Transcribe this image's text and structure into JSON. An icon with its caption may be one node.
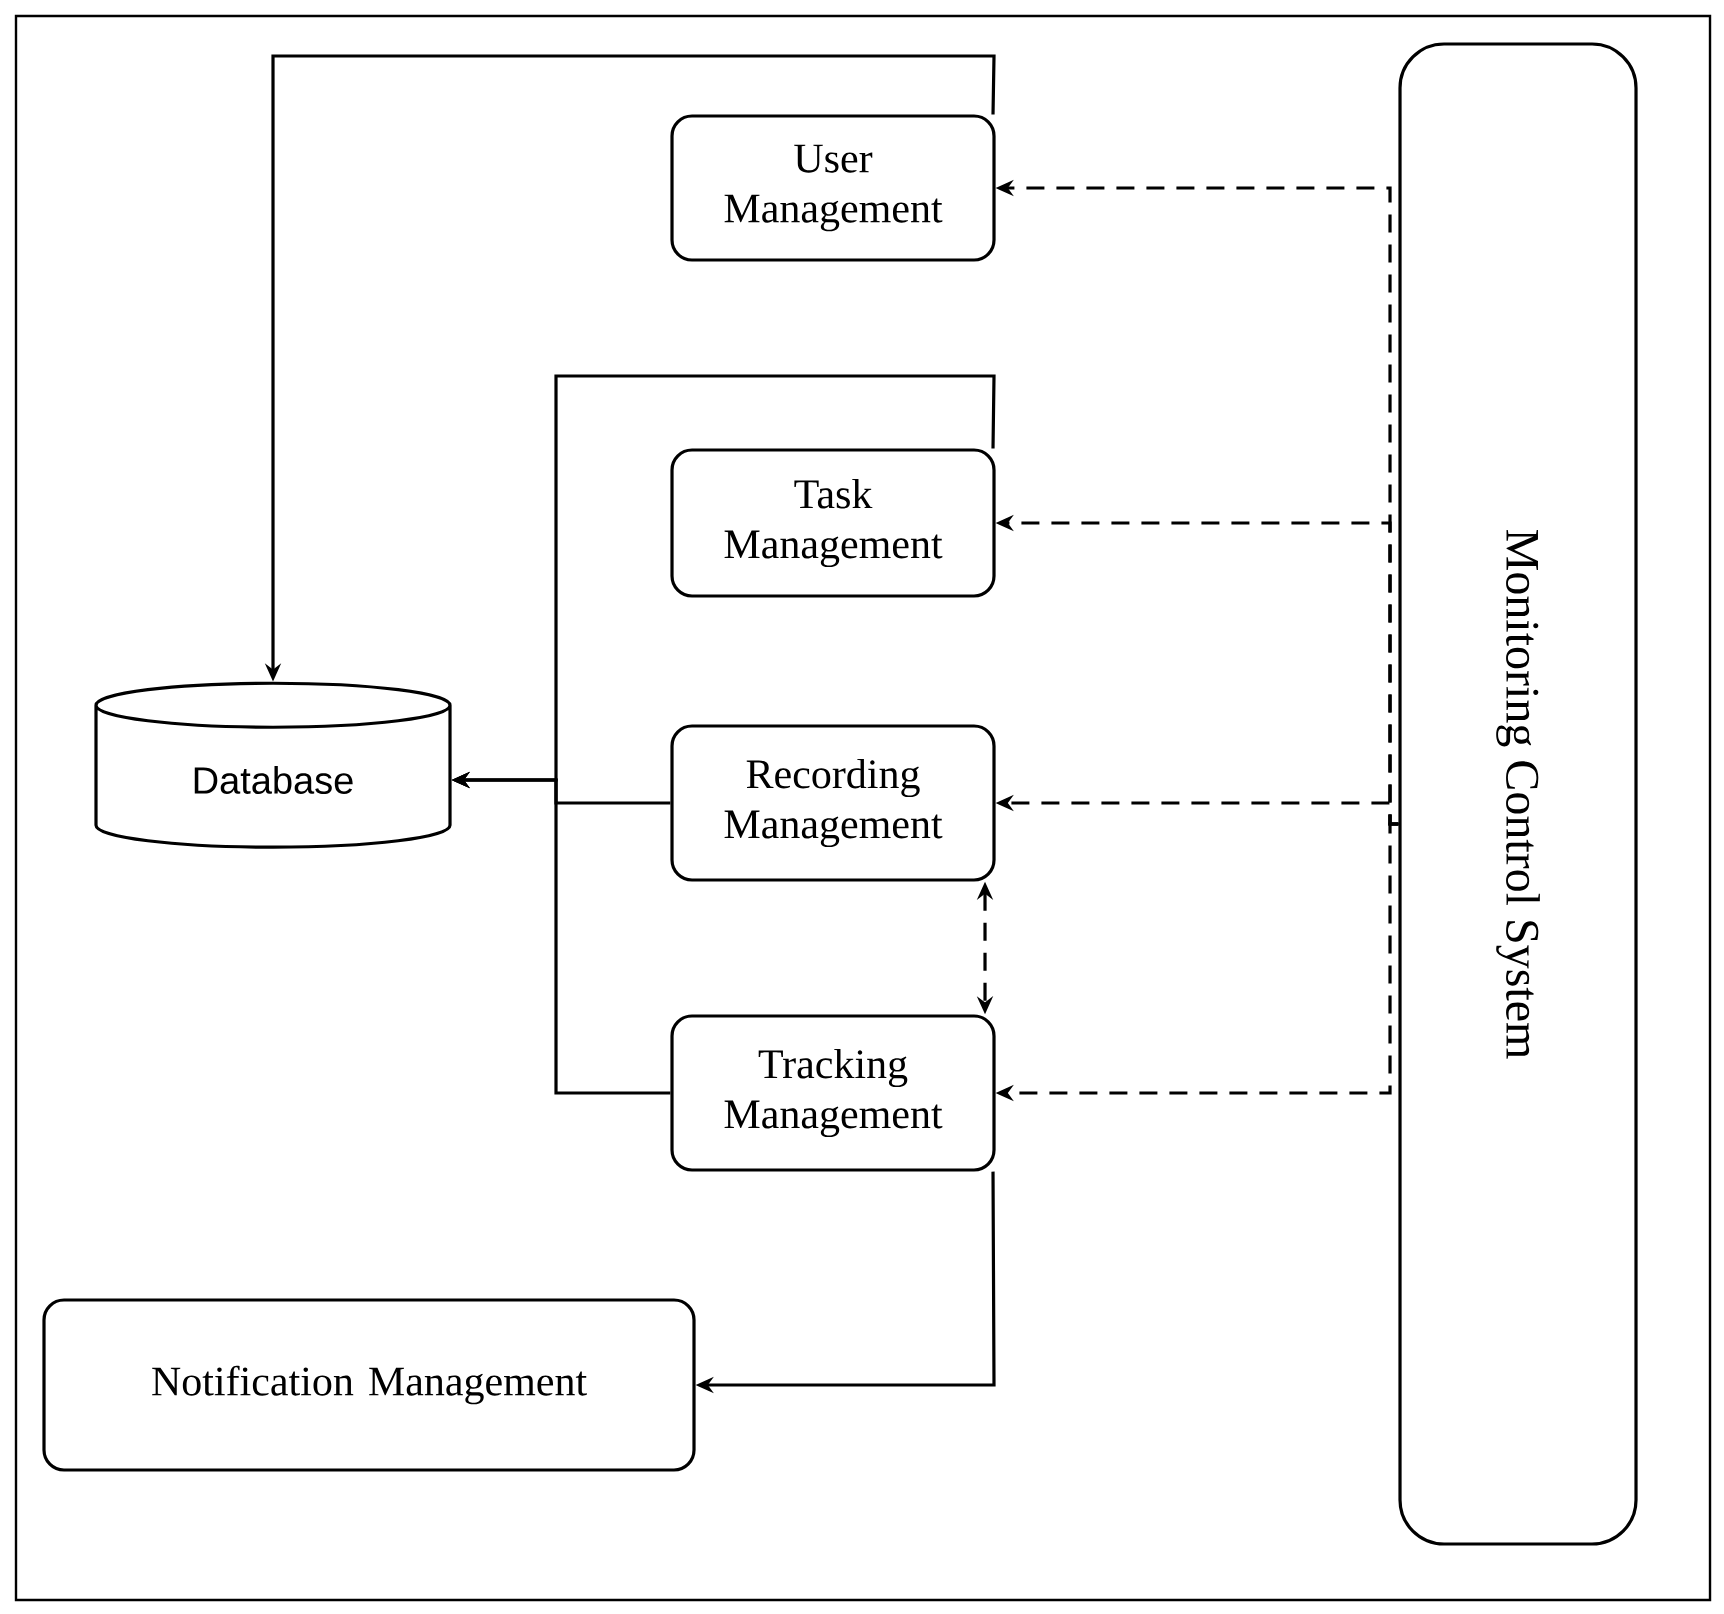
{
  "diagram": {
    "nodes": [
      {
        "text": [
          "User Management"
        ]
      },
      {
        "text": [
          "Task Management"
        ]
      },
      {
        "text": [
          "Recording Management"
        ]
      },
      {
        "text": [
          "Tracking Management"
        ]
      },
      {
        "text": [
          "Notification Management"
        ]
      },
      {
        "text": [
          "Database"
        ]
      },
      {
        "text": [
          "Monitoring Control System"
        ]
      }
    ],
    "edges": [
      {
        "from": 0,
        "to": 5,
        "arrow": "to"
      },
      {
        "from": 1,
        "to": 5,
        "arrow": "to"
      },
      {
        "from": 2,
        "to": 5,
        "arrow": "to"
      },
      {
        "from": 3,
        "to": 5,
        "arrow": "to"
      },
      {
        "from": 2,
        "to": 3,
        "arrow": "both",
        "style": "dashed"
      },
      {
        "from": 3,
        "to": 4,
        "arrow": "to"
      },
      {
        "from": 6,
        "to": 0,
        "arrow": "to",
        "style": "dashed"
      },
      {
        "from": 6,
        "to": 1,
        "arrow": "to",
        "style": "dashed"
      },
      {
        "from": 6,
        "to": 2,
        "arrow": "to",
        "style": "dashed"
      },
      {
        "from": 6,
        "to": 3,
        "arrow": "to",
        "style": "dashed"
      }
    ]
  }
}
